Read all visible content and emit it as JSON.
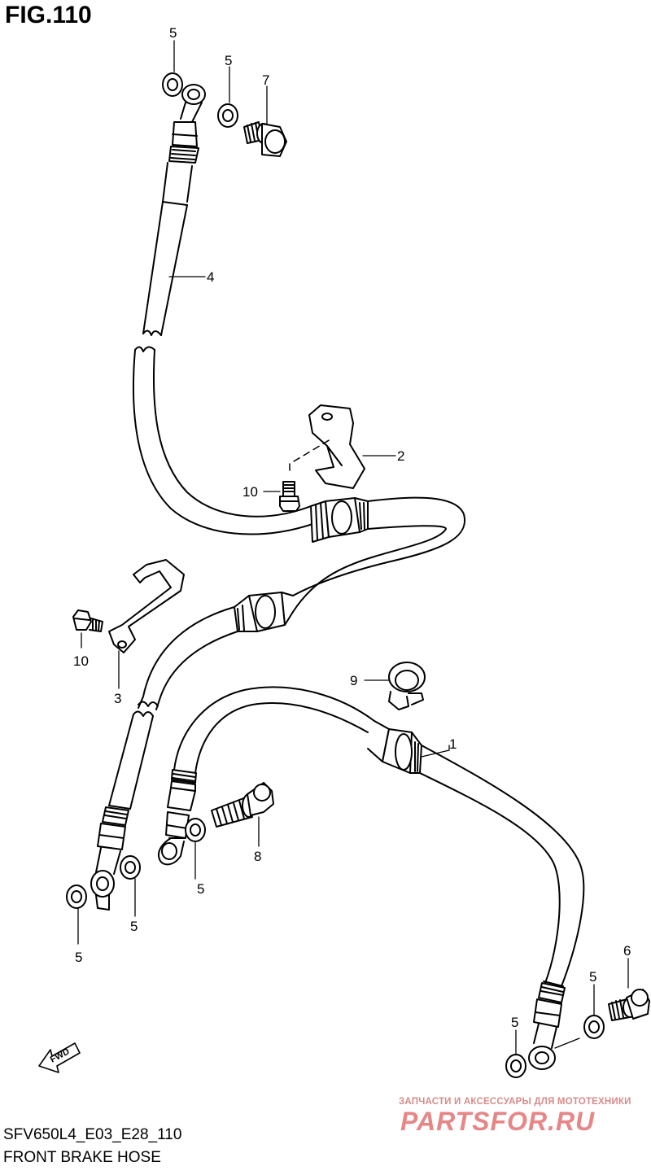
{
  "figure": {
    "title": "FIG.110",
    "model_code": "SFV650L4_E03_E28_110",
    "caption": "FRONT BRAKE HOSE"
  },
  "callouts": [
    {
      "id": "callout-5-top",
      "label": "5"
    },
    {
      "id": "callout-5-upper",
      "label": "5"
    },
    {
      "id": "callout-7",
      "label": "7"
    },
    {
      "id": "callout-4",
      "label": "4"
    },
    {
      "id": "callout-2",
      "label": "2"
    },
    {
      "id": "callout-10-upper",
      "label": "10"
    },
    {
      "id": "callout-10-lower",
      "label": "10"
    },
    {
      "id": "callout-3",
      "label": "3"
    },
    {
      "id": "callout-9",
      "label": "9"
    },
    {
      "id": "callout-1",
      "label": "1"
    },
    {
      "id": "callout-8",
      "label": "8"
    },
    {
      "id": "callout-5-mid",
      "label": "5"
    },
    {
      "id": "callout-5-left-inner",
      "label": "5"
    },
    {
      "id": "callout-5-left-outer",
      "label": "5"
    },
    {
      "id": "callout-6",
      "label": "6"
    },
    {
      "id": "callout-5-right-upper",
      "label": "5"
    },
    {
      "id": "callout-5-right-lower",
      "label": "5"
    }
  ],
  "direction_marker": {
    "label": "FWD"
  },
  "watermark": {
    "tagline": "ЗАПЧАСТИ И АКСЕССУАРЫ ДЛЯ МОТОТЕХНИКИ",
    "logo": "PARTSFOR.RU"
  }
}
